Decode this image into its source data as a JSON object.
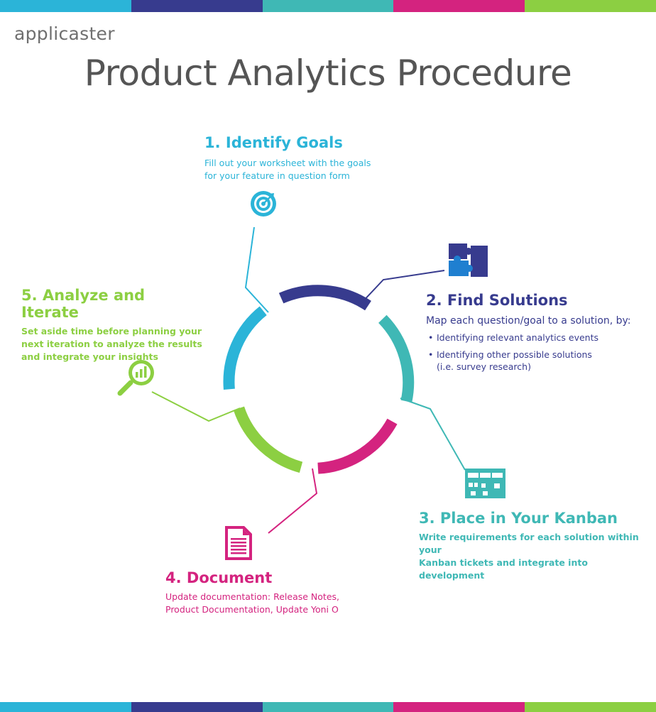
{
  "brand": {
    "logo_text": "applicaster"
  },
  "title": "Product Analytics Procedure",
  "colors": {
    "cyan": "#2bb4d8",
    "navy": "#373b8e",
    "teal": "#3fb8b5",
    "magenta": "#d4237f",
    "green": "#8ccf42"
  },
  "steps": [
    {
      "title": "1. Identify Goals",
      "lines": [
        "Fill out your worksheet with the goals",
        "for your feature in question form"
      ],
      "icon": "target-icon"
    },
    {
      "title": "2. Find Solutions",
      "intro": "Map each question/goal to a solution, by:",
      "bullets": [
        "Identifying relevant analytics events",
        "Identifying other possible solutions",
        "(i.e. survey research)"
      ],
      "icon": "puzzle-icon"
    },
    {
      "title": "3. Place in Your Kanban",
      "lines": [
        "Write requirements for each solution within your",
        "Kanban tickets and integrate into development"
      ],
      "icon": "kanban-board-icon"
    },
    {
      "title": "4. Document",
      "lines": [
        "Update documentation: Release Notes,",
        "Product Documentation, Update Yoni O"
      ],
      "icon": "document-icon"
    },
    {
      "title": "5. Analyze and Iterate",
      "lines": [
        "Set aside time before planning your",
        "next iteration to analyze the results",
        "and integrate your insights"
      ],
      "icon": "magnifier-chart-icon"
    }
  ]
}
